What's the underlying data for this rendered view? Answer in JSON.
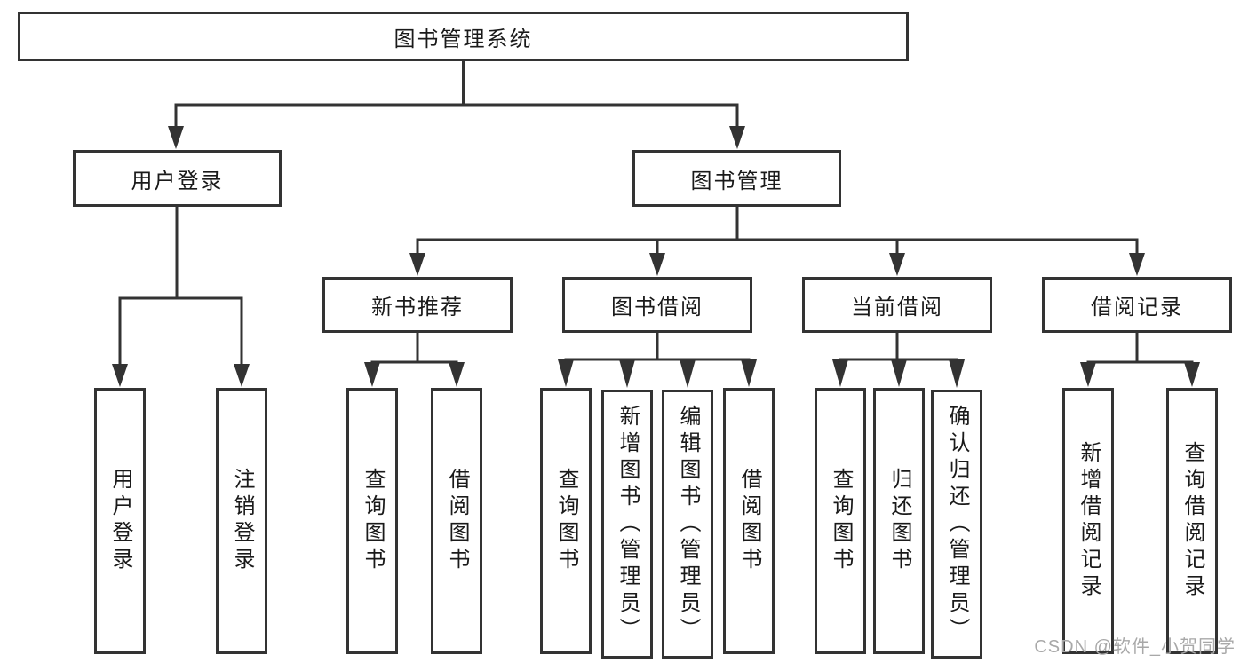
{
  "tree": {
    "root": {
      "label": "图书管理系统",
      "children": [
        {
          "label": "用户登录",
          "children": [
            {
              "label": "用户登录"
            },
            {
              "label": "注销登录"
            }
          ]
        },
        {
          "label": "图书管理",
          "children": [
            {
              "label": "新书推荐",
              "children": [
                {
                  "label": "查询图书"
                },
                {
                  "label": "借阅图书"
                }
              ]
            },
            {
              "label": "图书借阅",
              "children": [
                {
                  "label": "查询图书"
                },
                {
                  "label": "新增图书（管理员）"
                },
                {
                  "label": "编辑图书（管理员）"
                },
                {
                  "label": "借阅图书"
                }
              ]
            },
            {
              "label": "当前借阅",
              "children": [
                {
                  "label": "查询图书"
                },
                {
                  "label": "归还图书"
                },
                {
                  "label": "确认归还（管理员）"
                }
              ]
            },
            {
              "label": "借阅记录",
              "children": [
                {
                  "label": "新增借阅记录"
                },
                {
                  "label": "查询借阅记录"
                }
              ]
            }
          ]
        }
      ]
    }
  },
  "watermark": {
    "text": "CSDN @软件_小贺同学"
  },
  "colors": {
    "line": "#333333",
    "node_border": "#333333",
    "text": "#1a1a1a",
    "watermark": "#a8a8a8",
    "background": "#ffffff"
  }
}
